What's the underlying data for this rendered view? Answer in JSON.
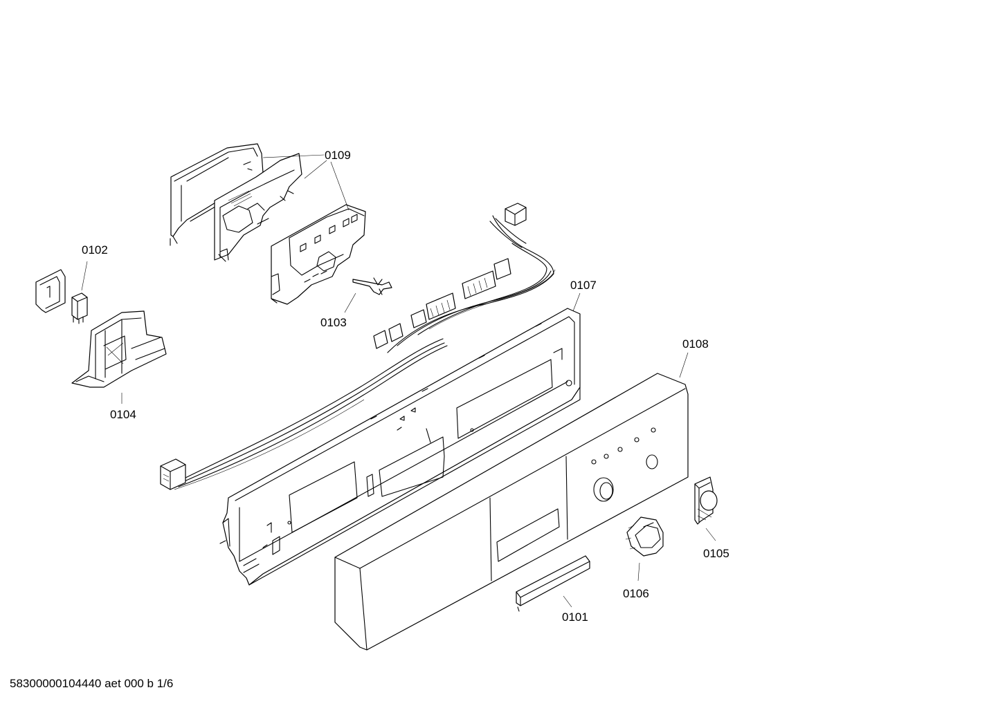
{
  "diagram": {
    "callouts": {
      "c0101": "0101",
      "c0102": "0102",
      "c0103": "0103",
      "c0104": "0104",
      "c0105": "0105",
      "c0106": "0106",
      "c0107": "0107",
      "c0108": "0108",
      "c0109": "0109"
    },
    "footer": "58300000104440 aet 000 b 1/6"
  }
}
